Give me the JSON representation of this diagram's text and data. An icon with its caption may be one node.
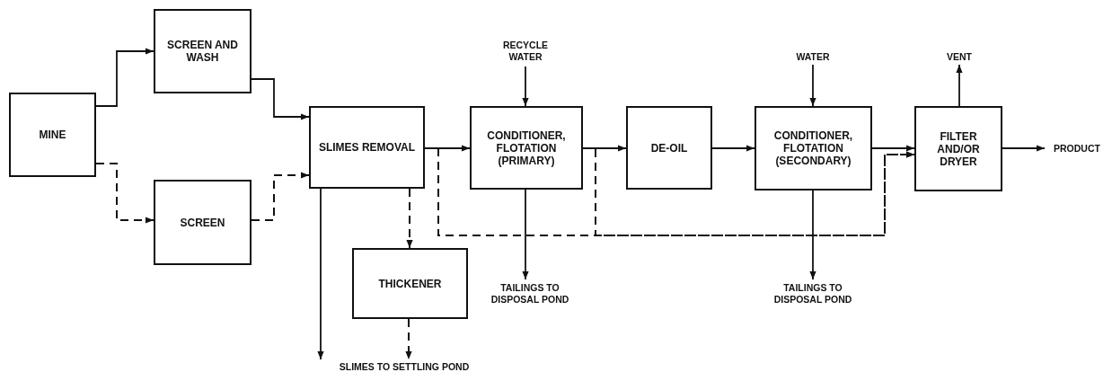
{
  "diagram": {
    "nodes": [
      {
        "text": [
          "MINE"
        ]
      },
      {
        "text": [
          "SCREEN AND WASH"
        ]
      },
      {
        "text": [
          "SCREEN"
        ]
      },
      {
        "text": [
          "SLIMES REMOVAL"
        ]
      },
      {
        "text": [
          "RECYCLE WATER"
        ]
      },
      {
        "text": [
          "CONDITIONER, FLOTATION (PRIMARY)"
        ]
      },
      {
        "text": [
          "DE-OIL"
        ]
      },
      {
        "text": [
          "WATER"
        ]
      },
      {
        "text": [
          "CONDITIONER, FLOTATION (SECONDARY)"
        ]
      },
      {
        "text": [
          "VENT"
        ]
      },
      {
        "text": [
          "FILTER AND/OR DRYER"
        ]
      },
      {
        "text": [
          "PRODUCT"
        ]
      },
      {
        "text": [
          "THICKENER"
        ]
      },
      {
        "text": [
          "TAILINGS TO DISPOSAL POND"
        ]
      },
      {
        "text": [
          "TAILINGS TO DISPOSAL POND"
        ]
      },
      {
        "text": [
          "SLIMES TO SETTLING POND"
        ]
      }
    ],
    "edges": [
      {
        "from": 0,
        "to": 1,
        "arrow": "to"
      },
      {
        "from": 0,
        "to": 2,
        "arrow": "to",
        "style": "dashed"
      },
      {
        "from": 1,
        "to": 3,
        "arrow": "to"
      },
      {
        "from": 2,
        "to": 3,
        "arrow": "to",
        "style": "dashed"
      },
      {
        "from": 3,
        "to": 5,
        "arrow": "to"
      },
      {
        "from": 3,
        "to": 12,
        "arrow": "to",
        "style": "dashed"
      },
      {
        "from": 3,
        "to": 15,
        "arrow": "to"
      },
      {
        "from": 12,
        "to": 15,
        "arrow": "to",
        "style": "dashed"
      },
      {
        "from": 4,
        "to": 5,
        "arrow": "to"
      },
      {
        "from": 5,
        "to": 13,
        "arrow": "to"
      },
      {
        "from": 5,
        "to": 6,
        "arrow": "to"
      },
      {
        "from": 6,
        "to": 8,
        "arrow": "to"
      },
      {
        "from": 7,
        "to": 8,
        "arrow": "to"
      },
      {
        "from": 8,
        "to": 14,
        "arrow": "to"
      },
      {
        "from": 8,
        "to": 10,
        "arrow": "to"
      },
      {
        "from": 10,
        "to": 9,
        "arrow": "to"
      },
      {
        "from": 10,
        "to": 11,
        "arrow": "to"
      },
      {
        "from": 3,
        "to": 10,
        "arrow": "to",
        "style": "dashed"
      },
      {
        "from": 5,
        "to": 10,
        "arrow": "to",
        "style": "dashed"
      }
    ]
  }
}
